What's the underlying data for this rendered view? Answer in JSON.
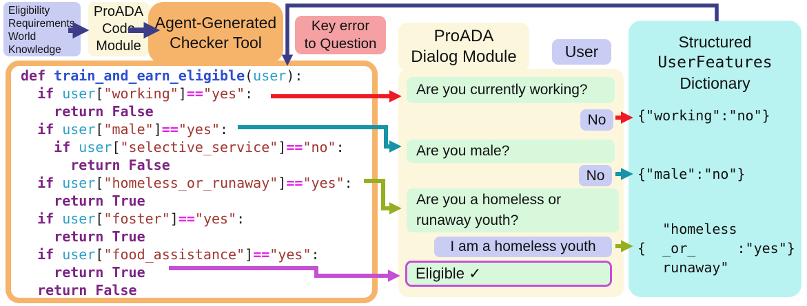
{
  "pipeline": {
    "knowledge_box": "Eligibility\nRequirements,\nWorld\nKnowledge",
    "code_module_box": "ProADA\nCode\nModule",
    "checker_tool_box": "Agent-Generated\nChecker Tool",
    "key_error_label": "Key error\nto Question"
  },
  "code": {
    "lines": [
      [
        [
          "kw",
          "def "
        ],
        [
          "fn",
          "train_and_earn_eligible"
        ],
        [
          "pl",
          "("
        ],
        [
          "var",
          "user"
        ],
        [
          "pl",
          "):"
        ]
      ],
      [
        [
          "pl",
          "  "
        ],
        [
          "kw",
          "if "
        ],
        [
          "var",
          "user"
        ],
        [
          "pl",
          "["
        ],
        [
          "str",
          "\"working\""
        ],
        [
          "pl",
          "]"
        ],
        [
          "op",
          "=="
        ],
        [
          "str",
          "\"yes\""
        ],
        [
          "pl",
          ":"
        ]
      ],
      [
        [
          "pl",
          "    "
        ],
        [
          "kw",
          "return False"
        ]
      ],
      [
        [
          "pl",
          "  "
        ],
        [
          "kw",
          "if "
        ],
        [
          "var",
          "user"
        ],
        [
          "pl",
          "["
        ],
        [
          "str",
          "\"male\""
        ],
        [
          "pl",
          "]"
        ],
        [
          "op",
          "=="
        ],
        [
          "str",
          "\"yes\""
        ],
        [
          "pl",
          ":"
        ]
      ],
      [
        [
          "pl",
          "    "
        ],
        [
          "kw",
          "if "
        ],
        [
          "var",
          "user"
        ],
        [
          "pl",
          "["
        ],
        [
          "str",
          "\"selective_service\""
        ],
        [
          "pl",
          "]"
        ],
        [
          "op",
          "=="
        ],
        [
          "str",
          "\"no\""
        ],
        [
          "pl",
          ":"
        ]
      ],
      [
        [
          "pl",
          "      "
        ],
        [
          "kw",
          "return False"
        ]
      ],
      [
        [
          "pl",
          "  "
        ],
        [
          "kw",
          "if "
        ],
        [
          "var",
          "user"
        ],
        [
          "pl",
          "["
        ],
        [
          "str",
          "\"homeless_or_runaway\""
        ],
        [
          "pl",
          "]"
        ],
        [
          "op",
          "=="
        ],
        [
          "str",
          "\"yes\""
        ],
        [
          "pl",
          ":"
        ]
      ],
      [
        [
          "pl",
          "    "
        ],
        [
          "kw",
          "return True"
        ]
      ],
      [
        [
          "pl",
          "  "
        ],
        [
          "kw",
          "if "
        ],
        [
          "var",
          "user"
        ],
        [
          "pl",
          "["
        ],
        [
          "str",
          "\"foster\""
        ],
        [
          "pl",
          "]"
        ],
        [
          "op",
          "=="
        ],
        [
          "str",
          "\"yes\""
        ],
        [
          "pl",
          ":"
        ]
      ],
      [
        [
          "pl",
          "    "
        ],
        [
          "kw",
          "return True"
        ]
      ],
      [
        [
          "pl",
          "  "
        ],
        [
          "kw",
          "if "
        ],
        [
          "var",
          "user"
        ],
        [
          "pl",
          "["
        ],
        [
          "str",
          "\"food_assistance\""
        ],
        [
          "pl",
          "]"
        ],
        [
          "op",
          "=="
        ],
        [
          "str",
          "\"yes\""
        ],
        [
          "pl",
          ":"
        ]
      ],
      [
        [
          "pl",
          "    "
        ],
        [
          "kw",
          "return True"
        ]
      ],
      [
        [
          "pl",
          "  "
        ],
        [
          "kw",
          "return False"
        ]
      ]
    ]
  },
  "dialog": {
    "header": "ProADA\nDialog Module",
    "user_label": "User",
    "messages": {
      "q_working": "Are you currently working?",
      "a_working": "No",
      "q_male": "Are you male?",
      "a_male": "No",
      "q_homeless": "Are you a homeless or\nrunaway youth?",
      "a_homeless": "I am a homeless youth",
      "result": "Eligible ✓"
    }
  },
  "features": {
    "title_line1": "Structured",
    "title_line2": "UserFeatures",
    "title_line3": "Dictionary",
    "entries": {
      "working": "{\"working\":\"no\"}",
      "male": "{\"male\":\"no\"}",
      "homeless": "   \"homeless\n{  _or_     :\"yes\"}\n   runaway\""
    }
  },
  "colors": {
    "lavender": "#c9cdf4",
    "cream": "#fcf7dc",
    "orange": "#f6b46b",
    "pink": "#f5a1a4",
    "mint": "#d8f8dc",
    "cyan": "#b9f3f1",
    "navy_arrow": "#3d3d87",
    "red_arrow": "#ee1b24",
    "teal_arrow": "#1893a8",
    "olive_arrow": "#96ae21",
    "magenta_arrow": "#c44fd4"
  }
}
